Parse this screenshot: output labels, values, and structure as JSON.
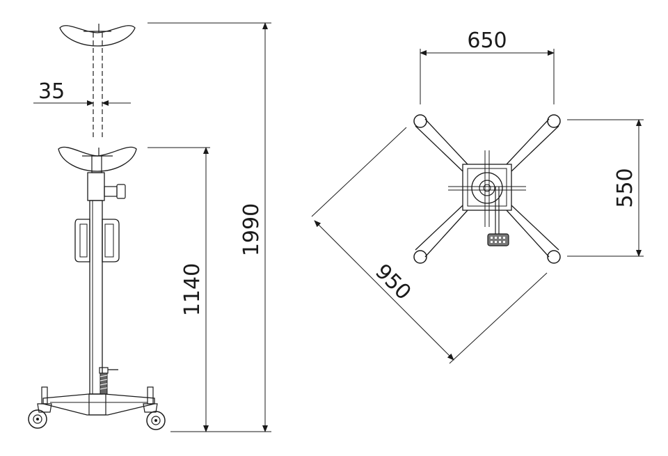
{
  "side_view": {
    "dim_total_height": "1990",
    "dim_lowered_height": "1140",
    "dim_shaft_diameter": "35"
  },
  "top_view": {
    "dim_top_width": "650",
    "dim_right_height": "550",
    "dim_diagonal": "950"
  },
  "colors": {
    "line": "#1a1a1a",
    "background": "#ffffff"
  }
}
